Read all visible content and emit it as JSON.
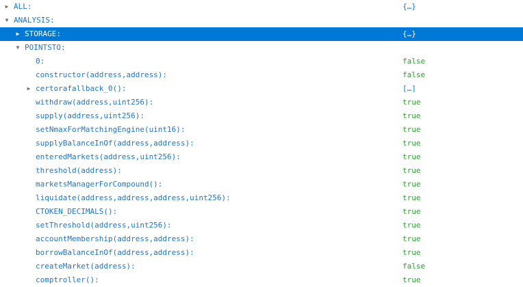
{
  "colors": {
    "background": "#ffffff",
    "label_blue": "#1b74cf",
    "bool_green": "#27a327",
    "arrow_gray": "#6e6e6e",
    "selection_background": "#0078d7",
    "selection_text": "#ffffff"
  },
  "icons": {
    "collapsed": "▶",
    "expanded": "▼"
  },
  "tree": {
    "rows": [
      {
        "label": "ALL:",
        "value": "{…}",
        "level": 0,
        "arrow": "collapsed",
        "selected": false,
        "value_type": "object"
      },
      {
        "label": "ANALYSIS:",
        "value": "",
        "level": 0,
        "arrow": "expanded",
        "selected": false,
        "value_type": "none"
      },
      {
        "label": "STORAGE:",
        "value": "{…}",
        "level": 1,
        "arrow": "collapsed",
        "selected": true,
        "value_type": "object"
      },
      {
        "label": "POINTSTO:",
        "value": "",
        "level": 1,
        "arrow": "expanded",
        "selected": false,
        "value_type": "none"
      },
      {
        "label": "0:",
        "value": "false",
        "level": 2,
        "arrow": null,
        "selected": false,
        "value_type": "bool"
      },
      {
        "label": "constructor(address,address):",
        "value": "false",
        "level": 2,
        "arrow": null,
        "selected": false,
        "value_type": "bool"
      },
      {
        "label": "certorafallback_0():",
        "value": "[…]",
        "level": 2,
        "arrow": "collapsed",
        "selected": false,
        "value_type": "array"
      },
      {
        "label": "withdraw(address,uint256):",
        "value": "true",
        "level": 2,
        "arrow": null,
        "selected": false,
        "value_type": "bool"
      },
      {
        "label": "supply(address,uint256):",
        "value": "true",
        "level": 2,
        "arrow": null,
        "selected": false,
        "value_type": "bool"
      },
      {
        "label": "setNmaxForMatchingEngine(uint16):",
        "value": "true",
        "level": 2,
        "arrow": null,
        "selected": false,
        "value_type": "bool"
      },
      {
        "label": "supplyBalanceInOf(address,address):",
        "value": "true",
        "level": 2,
        "arrow": null,
        "selected": false,
        "value_type": "bool"
      },
      {
        "label": "enteredMarkets(address,uint256):",
        "value": "true",
        "level": 2,
        "arrow": null,
        "selected": false,
        "value_type": "bool"
      },
      {
        "label": "threshold(address):",
        "value": "true",
        "level": 2,
        "arrow": null,
        "selected": false,
        "value_type": "bool"
      },
      {
        "label": "marketsManagerForCompound():",
        "value": "true",
        "level": 2,
        "arrow": null,
        "selected": false,
        "value_type": "bool"
      },
      {
        "label": "liquidate(address,address,address,uint256):",
        "value": "true",
        "level": 2,
        "arrow": null,
        "selected": false,
        "value_type": "bool"
      },
      {
        "label": "CTOKEN_DECIMALS():",
        "value": "true",
        "level": 2,
        "arrow": null,
        "selected": false,
        "value_type": "bool"
      },
      {
        "label": "setThreshold(address,uint256):",
        "value": "true",
        "level": 2,
        "arrow": null,
        "selected": false,
        "value_type": "bool"
      },
      {
        "label": "accountMembership(address,address):",
        "value": "true",
        "level": 2,
        "arrow": null,
        "selected": false,
        "value_type": "bool"
      },
      {
        "label": "borrowBalanceInOf(address,address):",
        "value": "true",
        "level": 2,
        "arrow": null,
        "selected": false,
        "value_type": "bool"
      },
      {
        "label": "createMarket(address):",
        "value": "false",
        "level": 2,
        "arrow": null,
        "selected": false,
        "value_type": "bool"
      },
      {
        "label": "comptroller():",
        "value": "true",
        "level": 2,
        "arrow": null,
        "selected": false,
        "value_type": "bool"
      }
    ]
  }
}
